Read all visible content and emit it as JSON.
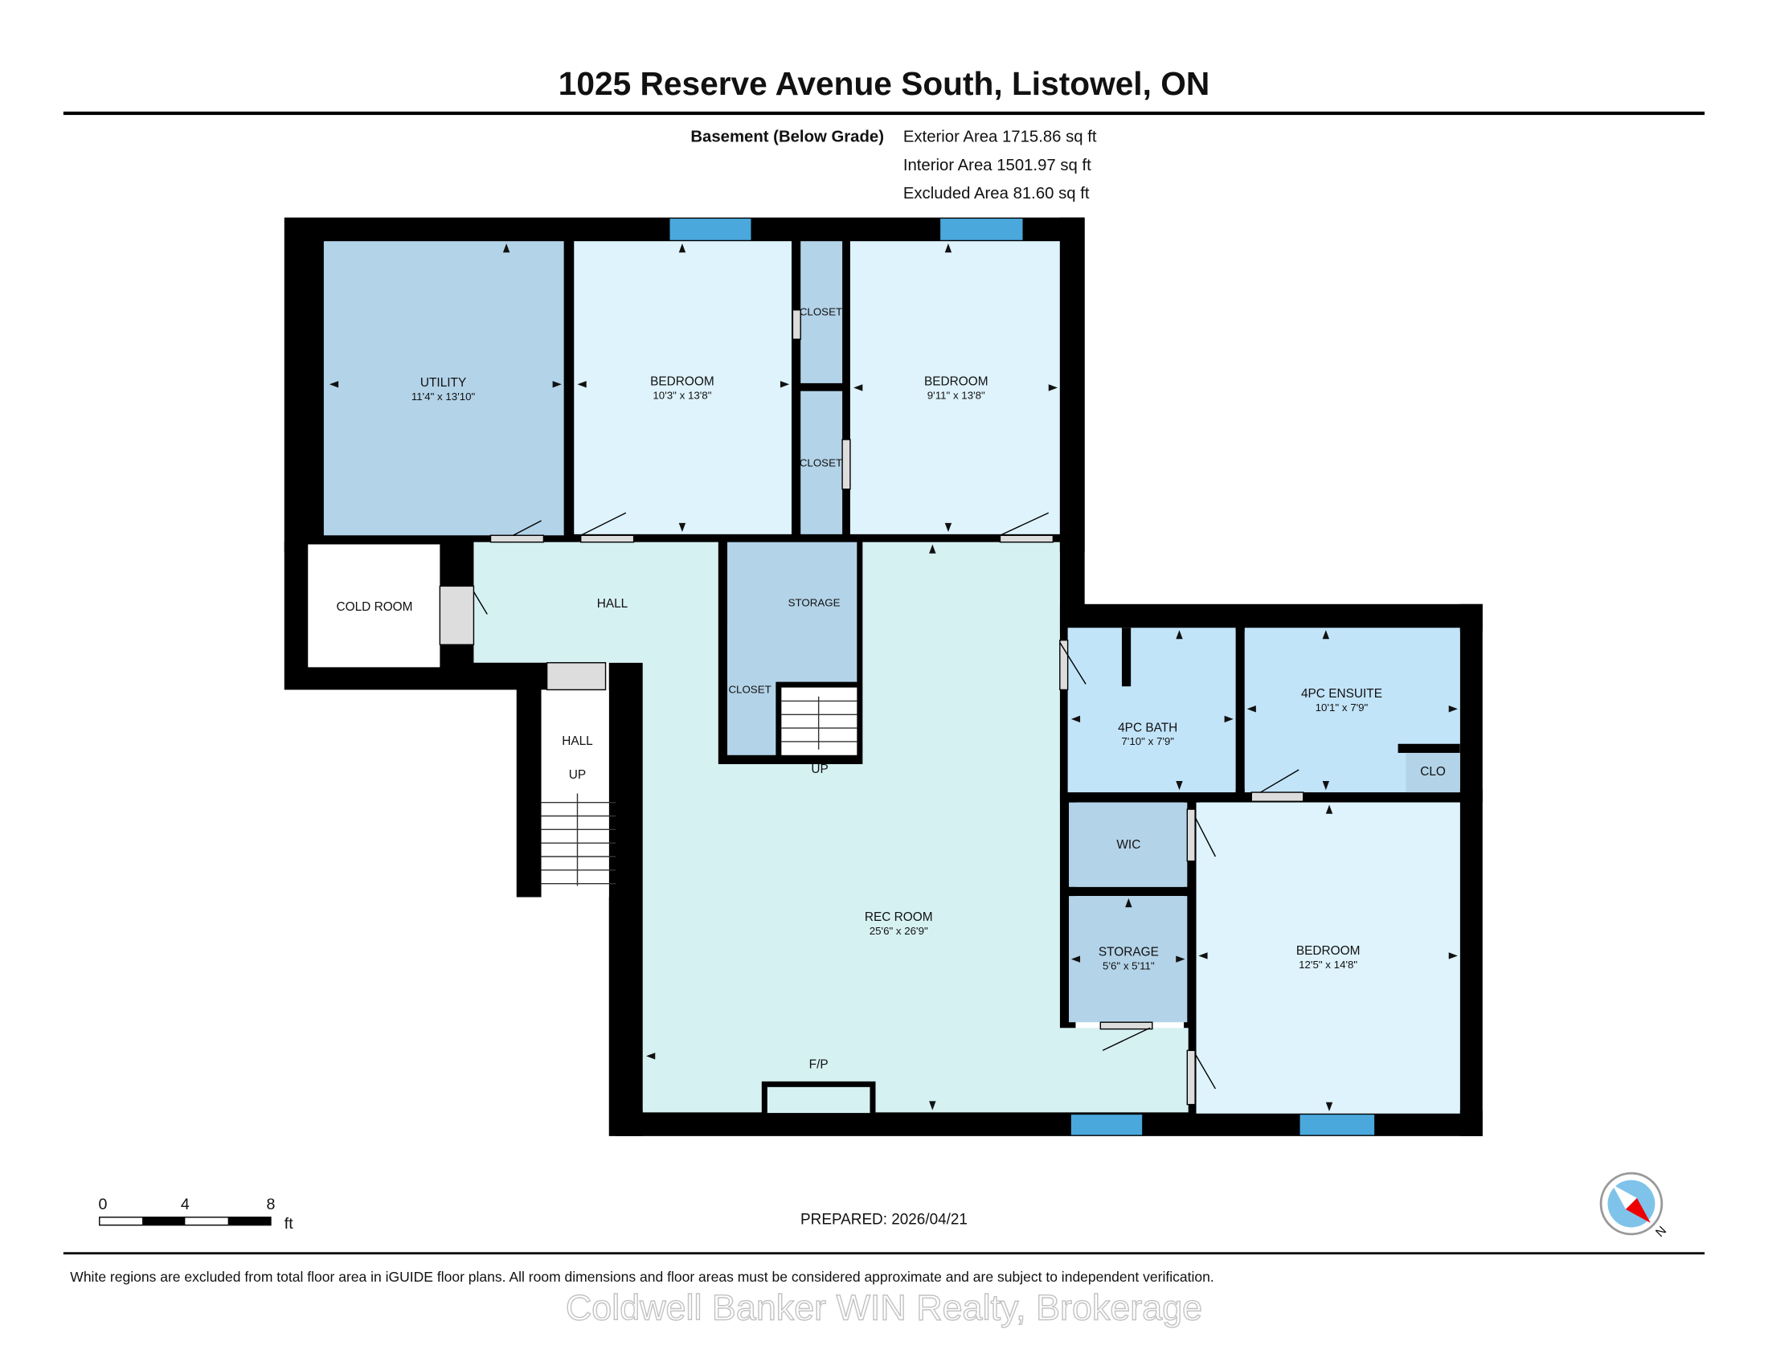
{
  "title": "1025 Reserve Avenue South, Listowel, ON",
  "floor": {
    "name": "Basement (Below Grade)",
    "exterior_area": "Exterior Area 1715.86 sq ft",
    "interior_area": "Interior Area 1501.97 sq ft",
    "excluded_area": "Excluded Area 81.60 sq ft"
  },
  "rooms": {
    "utility": {
      "name": "UTILITY",
      "dims": "11'4\" x 13'10\""
    },
    "bedroom1": {
      "name": "BEDROOM",
      "dims": "10'3\" x 13'8\""
    },
    "closet1": {
      "name": "CLOSET"
    },
    "closet2": {
      "name": "CLOSET"
    },
    "bedroom2": {
      "name": "BEDROOM",
      "dims": "9'11\" x 13'8\""
    },
    "cold_room": {
      "name": "COLD ROOM"
    },
    "hall": {
      "name": "HALL"
    },
    "storage1": {
      "name": "STORAGE"
    },
    "closet3": {
      "name": "CLOSET"
    },
    "stair_up1": "UP",
    "hall2": {
      "name": "HALL"
    },
    "stair_up2": "UP",
    "bath": {
      "name": "4PC BATH",
      "dims": "7'10\" x 7'9\""
    },
    "ensuite": {
      "name": "4PC ENSUITE",
      "dims": "10'1\" x 7'9\""
    },
    "clo": {
      "name": "CLO"
    },
    "wic": {
      "name": "WIC"
    },
    "storage2": {
      "name": "STORAGE",
      "dims": "5'6\" x 5'11\""
    },
    "bedroom3": {
      "name": "BEDROOM",
      "dims": "12'5\" x 14'8\""
    },
    "rec": {
      "name": "REC ROOM",
      "dims": "25'6\" x 26'9\""
    },
    "fp": "F/P"
  },
  "scale_bar": {
    "ticks": [
      "0",
      "4",
      "8"
    ],
    "unit": "ft"
  },
  "prepared": "PREPARED: 2026/04/21",
  "compass_label": "N",
  "disclaimer": "White regions are excluded from total floor area in iGUIDE floor plans. All room dimensions and floor areas must be considered approximate and are subject to independent verification.",
  "watermark": "Coldwell Banker WIN Realty, Brokerage",
  "colors": {
    "wall": "#000000",
    "window": "#4aa8dc",
    "room_dark": "#b3d3e8",
    "room_light": "#def3fc",
    "rec": "#d6f1f2",
    "bath": "#c2e4f9"
  }
}
